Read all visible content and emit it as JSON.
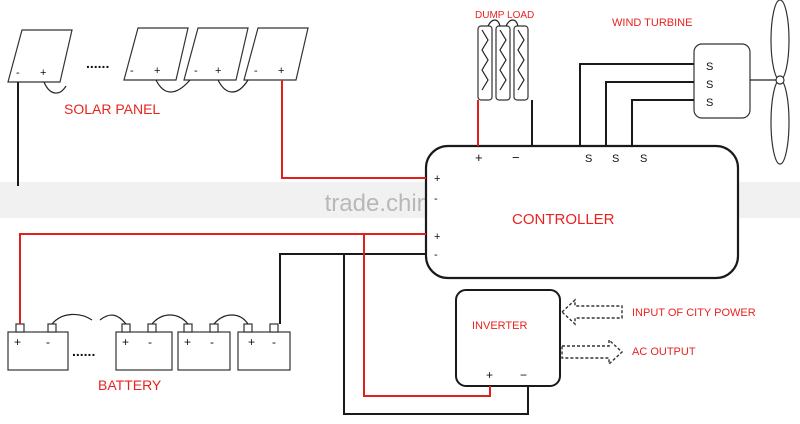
{
  "labels": {
    "solar_panel": "SOLAR PANEL",
    "battery": "BATTERY",
    "dump_load": "DUMP LOAD",
    "wind_turbine": "WIND TURBINE",
    "controller": "CONTROLLER",
    "inverter": "INVERTER",
    "input_city_power": "INPUT OF CITY POWER",
    "ac_output": "AC OUTPUT",
    "watermark": "trade.china.cn",
    "ellipsis": "......",
    "plus": "+",
    "minus": "−",
    "minus_short": "-",
    "s": "S"
  },
  "colors": {
    "positive_wire": "#e0201c",
    "negative_wire": "#1a1a1a",
    "label_red": "#e8231f"
  }
}
